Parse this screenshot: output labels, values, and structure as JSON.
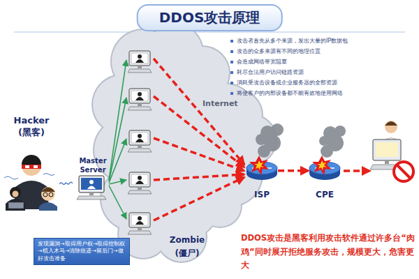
{
  "diagram": {
    "title": "DDOS攻击原理",
    "nodes": [
      {
        "text": [
          "Hacker (黑客)"
        ]
      },
      {
        "text": [
          "Master Server"
        ]
      },
      {
        "text": [
          "ISP"
        ]
      },
      {
        "text": [
          "CPE"
        ]
      },
      {
        "text": [
          "发现漏洞→取得用户权→取得控制权→植入木马→清除痕迹→留后门→做好攻击准备"
        ]
      }
    ],
    "edges": [
      {
        "from": 0,
        "to": 1,
        "arrow": "none"
      },
      {
        "from": 2,
        "to": 3,
        "arrow": "to"
      }
    ],
    "labels": [
      "攻击者首先从多个来源，发出大量的IP数据包",
      "攻击的众多来源有不同的地理位置",
      "会造成网络带宽阻塞",
      "耗尽合法用户访问链路资源",
      "消耗受攻击设备或企业服务器的全部资源",
      "将使客户的内部设备都不能有效地使用网络",
      "Internet",
      "Zombie (僵尸)",
      "DDOS攻击是黑客利用攻击软件通过许多台“肉鸡”同时展开拒绝服务攻击，规模更大，危害更大"
    ]
  }
}
